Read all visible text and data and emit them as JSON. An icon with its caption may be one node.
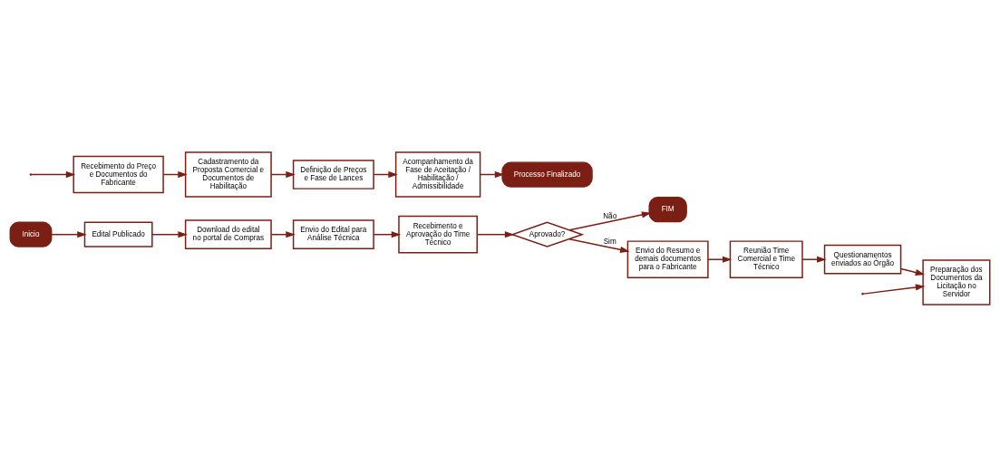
{
  "diagram": {
    "nodes": [
      {
        "text": [
          "Inicio"
        ]
      },
      {
        "text": [
          "Edital Publicado"
        ]
      },
      {
        "text": [
          "Download do edital no portal de Compras"
        ]
      },
      {
        "text": [
          "Envio do Edital para Análise Técnica"
        ]
      },
      {
        "text": [
          "Recebimento e Aprovação do Time Técnico"
        ]
      },
      {
        "text": [
          "Aprovado?"
        ]
      },
      {
        "text": [
          "FIM"
        ]
      },
      {
        "text": [
          "Envio do Resumo e demais documentos para o Fabricante"
        ]
      },
      {
        "text": [
          "Reunião Time Comercial e Time Técnico"
        ]
      },
      {
        "text": [
          "Questionamentos enviados ao Órgão"
        ]
      },
      {
        "text": [
          "Preparação dos Documentos da Licitação no Servidor"
        ]
      },
      {
        "text": [
          "Recebimento do Preço e Documentos do Fabricante"
        ]
      },
      {
        "text": [
          "Cadastramento da Proposta Comercial e Documentos de Habilitação"
        ]
      },
      {
        "text": [
          "Definição de Preços e Fase de Lances"
        ]
      },
      {
        "text": [
          "Acompanhamento da Fase de Aceitação / Habilitação / Admissibilidade"
        ]
      },
      {
        "text": [
          "Processo Finalizado"
        ]
      }
    ],
    "edges": [
      {
        "from": 0,
        "to": 1,
        "arrow": "to"
      },
      {
        "from": 1,
        "to": 2,
        "arrow": "to"
      },
      {
        "from": 2,
        "to": 3,
        "arrow": "to"
      },
      {
        "from": 3,
        "to": 4,
        "arrow": "to"
      },
      {
        "from": 4,
        "to": 5,
        "arrow": "to"
      },
      {
        "from": 5,
        "to": 6,
        "label": "Não",
        "arrow": "to"
      },
      {
        "from": 5,
        "to": 7,
        "label": "Sim",
        "arrow": "to"
      },
      {
        "from": 7,
        "to": 8,
        "arrow": "to"
      },
      {
        "from": 8,
        "to": 9,
        "arrow": "to"
      },
      {
        "from": 9,
        "to": 10,
        "arrow": "to"
      },
      {
        "from": null,
        "to": 10,
        "arrow": "to"
      },
      {
        "from": null,
        "to": 11,
        "arrow": "to"
      },
      {
        "from": 11,
        "to": 12,
        "arrow": "to"
      },
      {
        "from": 12,
        "to": 13,
        "arrow": "to"
      },
      {
        "from": 13,
        "to": 14,
        "arrow": "to"
      },
      {
        "from": 14,
        "to": 15,
        "arrow": "to"
      }
    ]
  }
}
